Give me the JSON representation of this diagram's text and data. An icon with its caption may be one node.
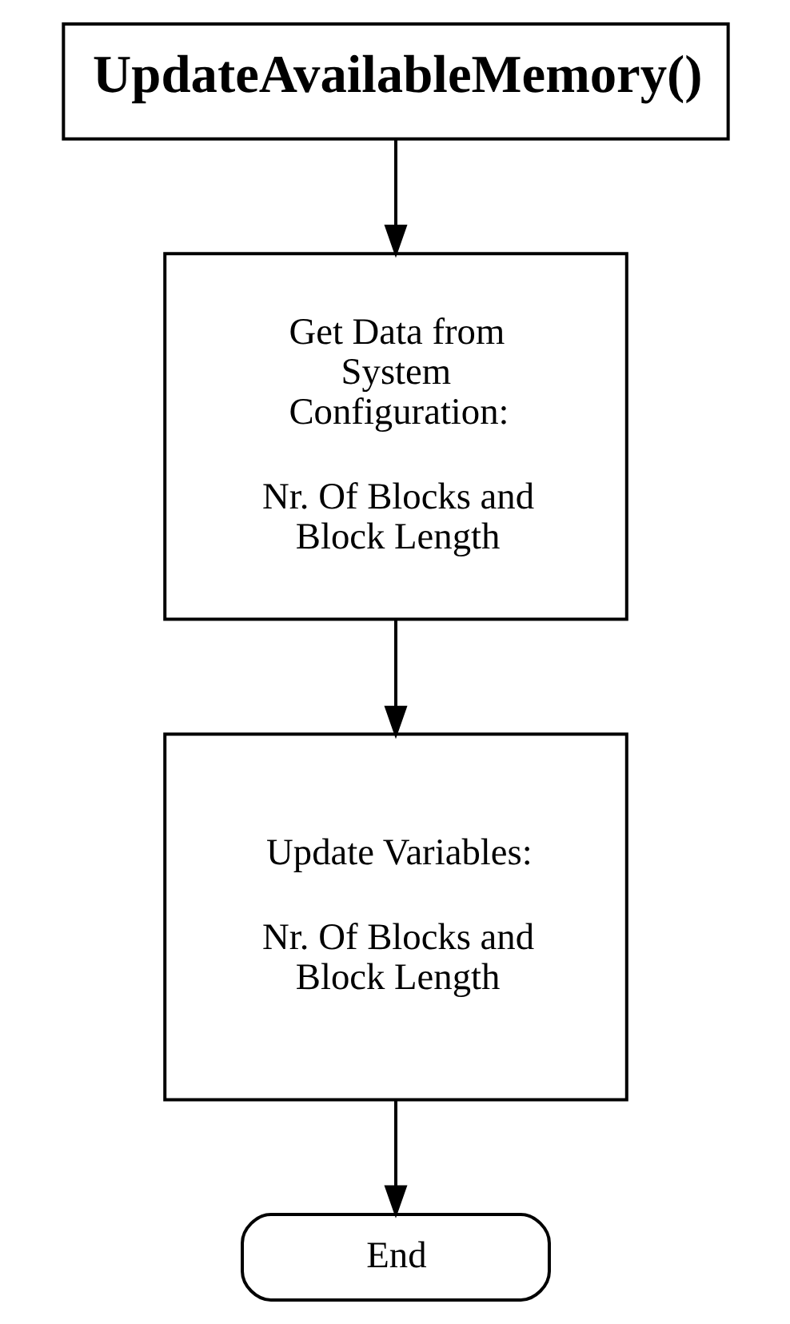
{
  "diagram": {
    "nodes": [
      {
        "text": [
          "UpdateAvailableMemory()"
        ]
      },
      {
        "text": [
          "Get Data from System Configuration:",
          "Nr. Of Blocks and Block Length"
        ]
      },
      {
        "text": [
          "Update Variables:",
          "Nr. Of Blocks and Block Length"
        ]
      },
      {
        "text": [
          "End"
        ]
      }
    ],
    "edges": [
      {
        "from": 0,
        "to": 1,
        "arrow": "to"
      },
      {
        "from": 1,
        "to": 2,
        "arrow": "to"
      },
      {
        "from": 2,
        "to": 3,
        "arrow": "to"
      }
    ]
  }
}
